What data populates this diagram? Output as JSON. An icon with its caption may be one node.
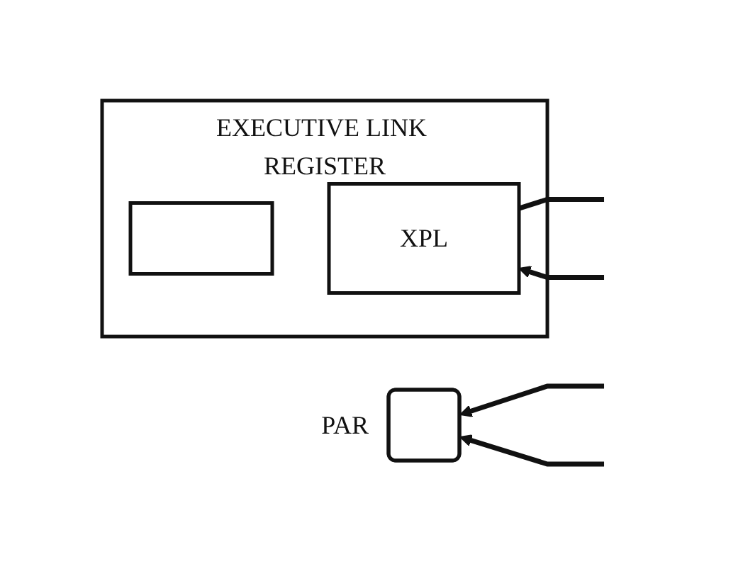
{
  "diagram": {
    "nodes": [
      {
        "text": [],
        "shape": "box",
        "beside": [
          "PAR"
        ]
      },
      {
        "text": [
          "EXECUTIVE LINK REGISTER"
        ]
      },
      {
        "text": [],
        "shape": "box",
        "in": 1
      },
      {
        "text": [
          "XPL"
        ],
        "in": 1
      }
    ],
    "edges": [
      {
        "from": null,
        "to": 0,
        "arrow": "to"
      },
      {
        "from": null,
        "to": 0,
        "arrow": "to"
      },
      {
        "from": 3,
        "to": null,
        "arrow": "none"
      },
      {
        "from": null,
        "to": 3,
        "arrow": "to"
      }
    ]
  }
}
